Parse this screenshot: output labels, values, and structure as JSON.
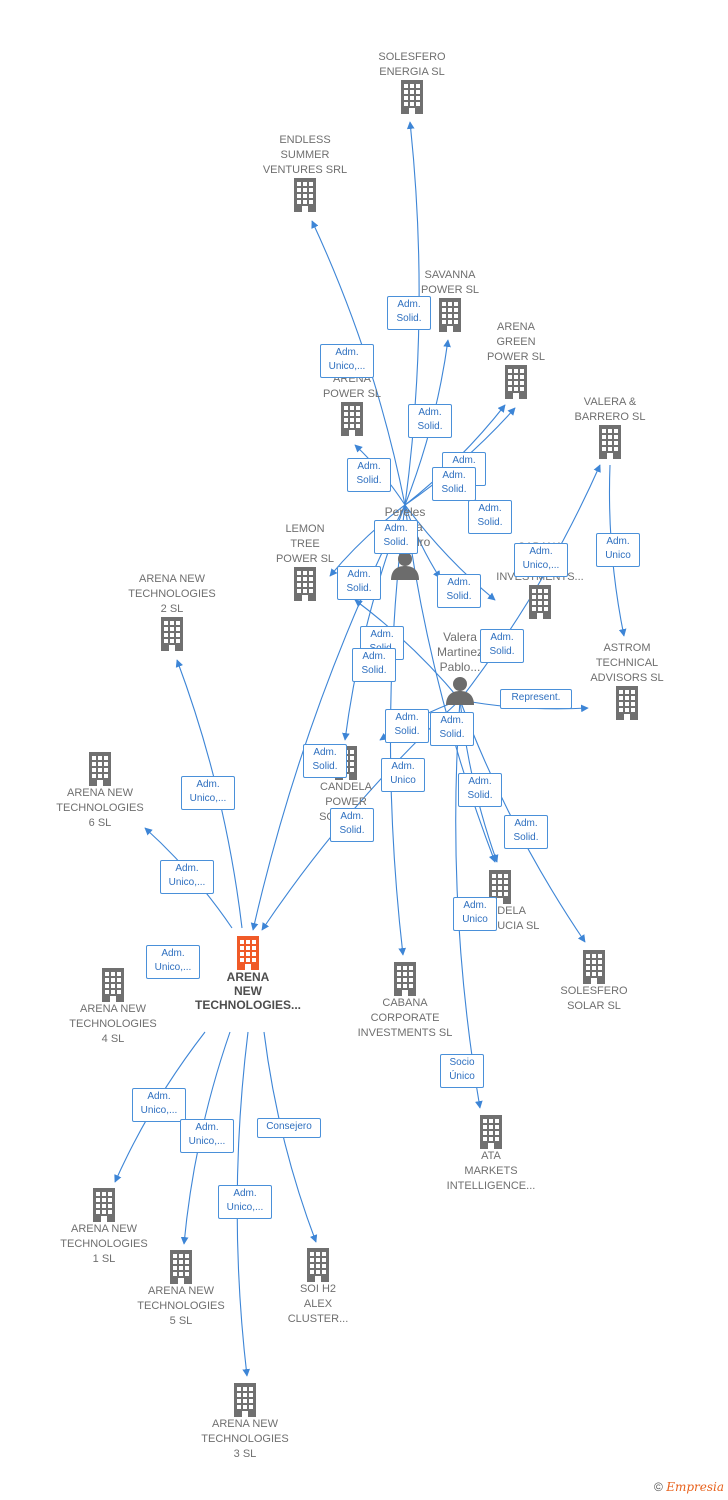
{
  "colors": {
    "company": "#707070",
    "main": "#f05a28",
    "edge": "#3d85d6",
    "label_border": "#4a90d9"
  },
  "nodes": [
    {
      "id": "solesfero_energia",
      "label": "SOLESFERO\nENERGIA  SL",
      "icon": "building-icon"
    },
    {
      "id": "endless_summer",
      "label": "ENDLESS\nSUMMER\nVENTURES SRL",
      "icon": "building-icon"
    },
    {
      "id": "savanna_power",
      "label": "SAVANNA\nPOWER  SL",
      "icon": "building-icon"
    },
    {
      "id": "arena_green",
      "label": "ARENA\nGREEN\nPOWER  SL",
      "icon": "building-icon"
    },
    {
      "id": "arena_power",
      "label": "ARENA\nPOWER  SL",
      "icon": "building-icon"
    },
    {
      "id": "valera_barrero",
      "label": "VALERA &\nBARRERO  SL",
      "icon": "building-icon"
    },
    {
      "id": "lemon_tree",
      "label": "LEMON\nTREE\nPOWER  SL",
      "icon": "building-icon"
    },
    {
      "id": "cabana_cap",
      "label": "CABANA\nCAPITAL\nINVESTMENTS...",
      "icon": "building-icon"
    },
    {
      "id": "arena_nt2",
      "label": "ARENA NEW\nTECHNOLOGIES\n2  SL",
      "icon": "building-icon"
    },
    {
      "id": "astrom",
      "label": "ASTROM\nTECHNICAL\nADVISORS  SL",
      "icon": "building-icon"
    },
    {
      "id": "arena_nt6",
      "label": "ARENA NEW\nTECHNOLOGIES\n6  SL",
      "icon": "building-icon"
    },
    {
      "id": "candela_power",
      "label": "CANDELA\nPOWER\nSOLAR  SL",
      "icon": "building-icon"
    },
    {
      "id": "candela_andalucia",
      "label": "CANDELA\nANDALUCIA  SL",
      "icon": "building-icon"
    },
    {
      "id": "arena_main",
      "label": "ARENA\nNEW\nTECHNOLOGIES...",
      "icon": "building-icon",
      "main": true
    },
    {
      "id": "arena_nt4",
      "label": "ARENA NEW\nTECHNOLOGIES\n4  SL",
      "icon": "building-icon"
    },
    {
      "id": "cabana_corp",
      "label": "CABANA\nCORPORATE\nINVESTMENTS SL",
      "icon": "building-icon"
    },
    {
      "id": "solesfero_solar",
      "label": "SOLESFERO\nSOLAR  SL",
      "icon": "building-icon"
    },
    {
      "id": "ata_markets",
      "label": "ATA\nMARKETS\nINTELLIGENCE...",
      "icon": "building-icon"
    },
    {
      "id": "arena_nt1",
      "label": "ARENA NEW\nTECHNOLOGIES\n1  SL",
      "icon": "building-icon"
    },
    {
      "id": "arena_nt5",
      "label": "ARENA NEW\nTECHNOLOGIES\n5  SL",
      "icon": "building-icon"
    },
    {
      "id": "soi_h2",
      "label": "SOI H2\nALEX\nCLUSTER...",
      "icon": "building-icon"
    },
    {
      "id": "arena_nt3",
      "label": "ARENA NEW\nTECHNOLOGIES\n3  SL",
      "icon": "building-icon"
    }
  ],
  "persons": [
    {
      "id": "pereles",
      "label": "Pereles\nGarcia\nAlejandro",
      "icon": "person-icon"
    },
    {
      "id": "valera",
      "label": "Valera\nMartinez\nPablo...",
      "icon": "person-icon"
    }
  ],
  "relations": [
    {
      "text": "Adm.\nSolid."
    },
    {
      "text": "Adm.\nUnico,..."
    },
    {
      "text": "Adm.\nSolid."
    },
    {
      "text": "Adm.\nSolid."
    },
    {
      "text": "Adm.\nSolid."
    },
    {
      "text": "Adm.\nSolid."
    },
    {
      "text": "Adm.\nSolid."
    },
    {
      "text": "Adm.\nSolid."
    },
    {
      "text": "Adm.\nUnico,..."
    },
    {
      "text": "Adm.\nUnico"
    },
    {
      "text": "Adm.\nSolid."
    },
    {
      "text": "Adm.\nSolid."
    },
    {
      "text": "Adm.\nSolid."
    },
    {
      "text": "Adm.\nSolid."
    },
    {
      "text": "Adm.\nSolid."
    },
    {
      "text": "Represent."
    },
    {
      "text": "Adm.\nSolid."
    },
    {
      "text": "Adm.\nSolid."
    },
    {
      "text": "Adm.\nSolid."
    },
    {
      "text": "Adm.\nUnico"
    },
    {
      "text": "Adm.\nUnico,..."
    },
    {
      "text": "Adm.\nSolid."
    },
    {
      "text": "Adm.\nSolid."
    },
    {
      "text": "Adm.\nUnico,..."
    },
    {
      "text": "Adm.\nSolid."
    },
    {
      "text": "Adm.\nUnico,..."
    },
    {
      "text": "Adm.\nUnico"
    },
    {
      "text": "Socio\nÚnico"
    },
    {
      "text": "Adm.\nUnico,..."
    },
    {
      "text": "Adm.\nUnico,..."
    },
    {
      "text": "Consejero"
    },
    {
      "text": "Adm.\nUnico,..."
    }
  ],
  "footer": {
    "copyright": "©",
    "brand": "Empresia"
  }
}
